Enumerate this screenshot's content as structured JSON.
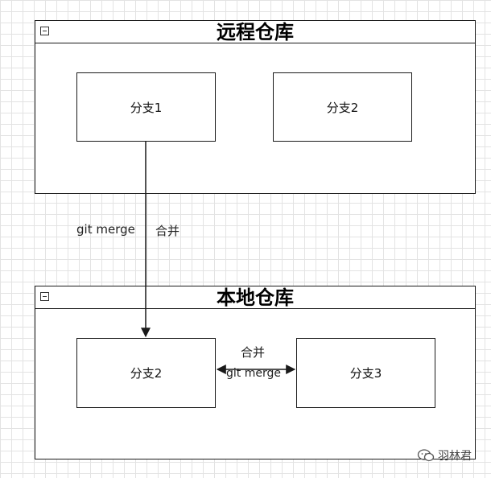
{
  "remote": {
    "title": "远程仓库",
    "branches": [
      "分支1",
      "分支2"
    ]
  },
  "local": {
    "title": "本地仓库",
    "branches": [
      "分支2",
      "分支3"
    ]
  },
  "edges": {
    "remote_to_local": {
      "label_left": "git merge",
      "label_right": "合并"
    },
    "local_to_local": {
      "label_top": "合并",
      "label_bottom": "git merge"
    }
  },
  "watermark": {
    "icon": "wechat-icon",
    "text": "羽林君"
  },
  "colors": {
    "stroke": "#1a1a1a",
    "grid": "#e3e3e3"
  }
}
